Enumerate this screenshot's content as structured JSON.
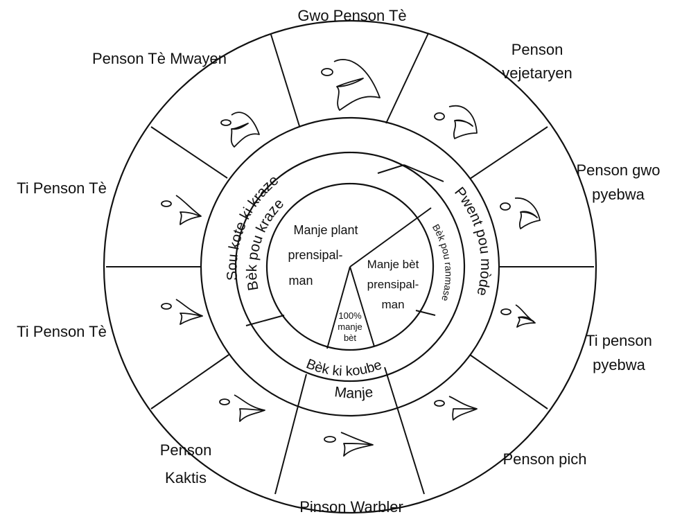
{
  "outer_labels": {
    "top": "Gwo Penson Tè",
    "top_left": "Penson Tè Mwayen",
    "top_right_1": "Penson",
    "top_right_2": "vejetaryen",
    "right_upper_1": "Penson gwo",
    "right_upper_2": "pyebwa",
    "right_lower_1": "Ti penson",
    "right_lower_2": "pyebwa",
    "bottom_right": "Penson pich",
    "bottom": "Pinson Warbler",
    "bottom_left_1": "Penson",
    "bottom_left_2": "Kaktis",
    "left_lower": "Ti Penson Tè",
    "left_upper": "Ti Penson Tè"
  },
  "ring_labels": {
    "sou_kote": "Sou kote ki kraze",
    "pwent_pou_mode": "Pwent pou mòde",
    "bek_pou_kraze": "Bèk pou kraze",
    "bek_pou_ranmase": "Bèk pou ranmase",
    "bek_ki_koube": "Bèk ki koube",
    "manje": "Manje"
  },
  "center_labels": {
    "plant_1": "Manje plant",
    "plant_2": "prensipal-",
    "plant_3": "man",
    "bet_1": "Manje bèt",
    "bet_2": "prensipal-",
    "bet_3": "man",
    "all_1": "100%",
    "all_2": "manje",
    "all_3": "bèt"
  },
  "icons": [
    "ground-finch-beak-icon",
    "vegetarian-finch-beak-icon",
    "large-tree-finch-beak-icon",
    "small-tree-finch-beak-icon",
    "woodpecker-finch-beak-icon",
    "warbler-finch-beak-icon",
    "cactus-finch-beak-icon",
    "small-ground-finch-beak-icon",
    "small-ground-finch-beak-icon",
    "medium-ground-finch-beak-icon"
  ]
}
